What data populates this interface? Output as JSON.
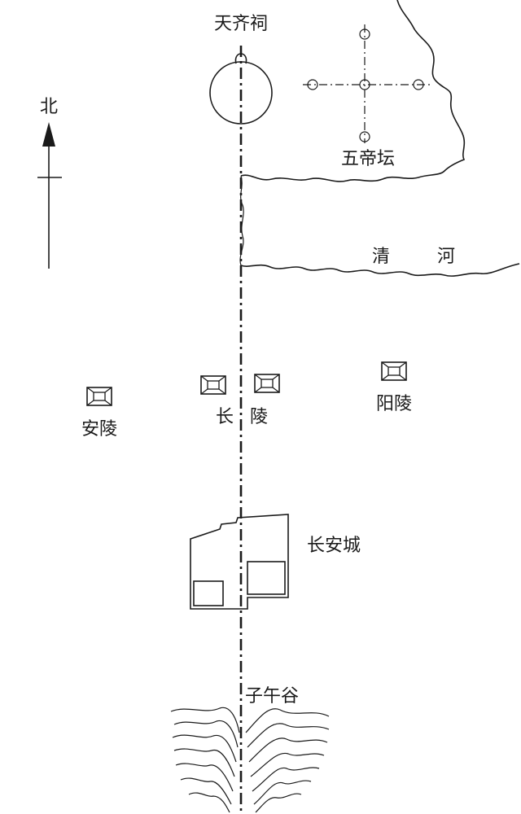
{
  "labels": {
    "north": "北",
    "tianqi_shrine": "天齐祠",
    "wudi_altar": "五帝坛",
    "qing_river_char1": "清",
    "qing_river_char2": "河",
    "anling": "安陵",
    "changling_char1": "长",
    "changling_char2": "陵",
    "yangling": "阳陵",
    "changan_city": "长安城",
    "ziwu_valley": "子午谷"
  },
  "colors": {
    "ink": "#1a1a1a",
    "paper": "#ffffff"
  }
}
